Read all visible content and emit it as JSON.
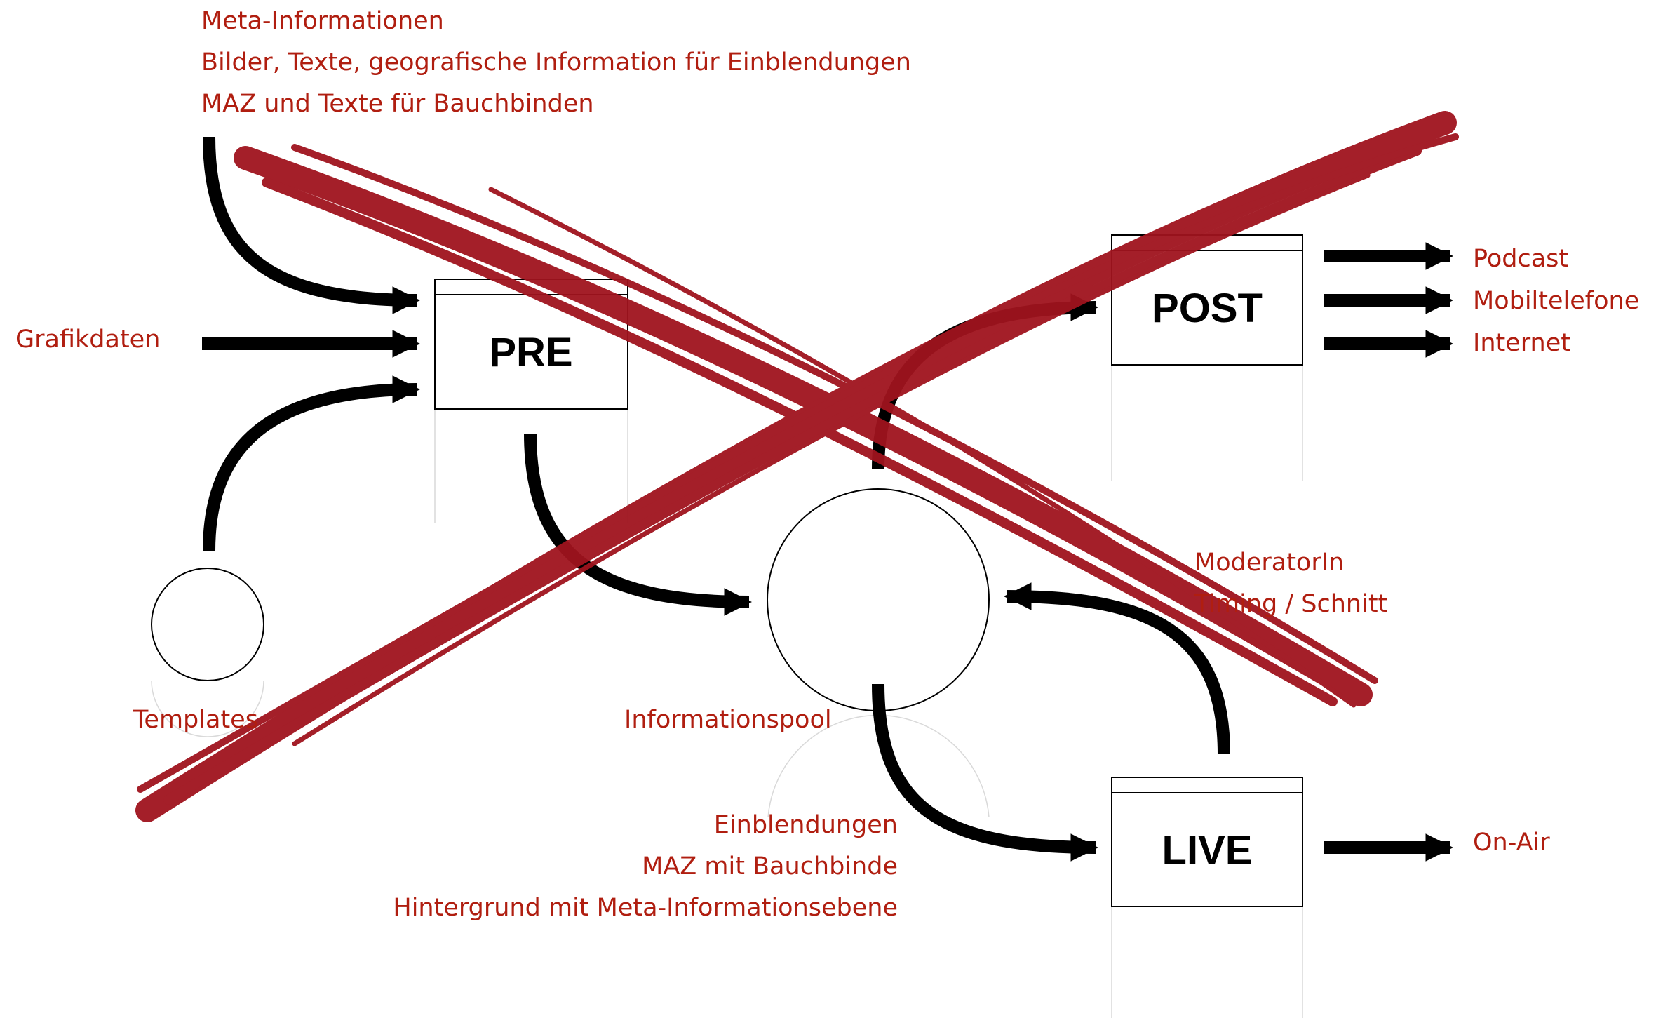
{
  "labels": {
    "meta_line1": "Meta-Informationen",
    "meta_line2": "Bilder, Texte, geografische Information für Einblendungen",
    "meta_line3": "MAZ und Texte für Bauchbinden",
    "grafikdaten": "Grafikdaten",
    "templates": "Templates",
    "informationspool": "Informationspool",
    "einblendungen": "Einblendungen",
    "maz_bauchbinde": "MAZ mit Bauchbinde",
    "hintergrund": "Hintergrund mit Meta-Informationsebene",
    "moderatorin": "ModeratorIn",
    "timing": "Timing / Schnitt",
    "podcast": "Podcast",
    "mobiltelefone": "Mobiltelefone",
    "internet": "Internet",
    "on_air": "On-Air"
  },
  "boxes": {
    "pre": "PRE",
    "post": "POST",
    "live": "LIVE"
  },
  "colors": {
    "label": "#b01e10",
    "cross": "#a0141e",
    "arrow": "#000000"
  }
}
